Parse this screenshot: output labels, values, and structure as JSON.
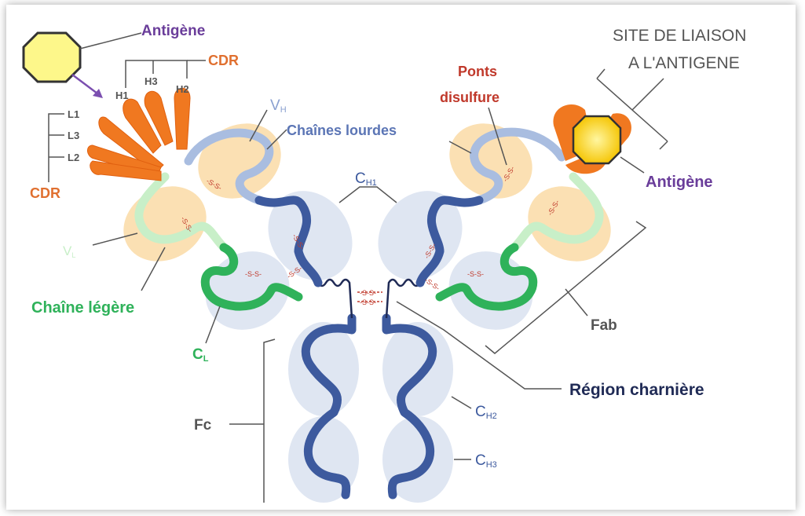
{
  "labels": {
    "antigen_top_left": "Antigène",
    "cdr_top": "CDR",
    "h1": "H1",
    "h3": "H3",
    "h2": "H2",
    "l1": "L1",
    "l3": "L3",
    "l2": "L2",
    "cdr_left": "CDR",
    "vh_main": "V",
    "vh_sub": "H",
    "heavy_chains": "Chaînes lourdes",
    "ch1_main": "C",
    "ch1_sub": "H1",
    "vl_main": "V",
    "vl_sub": "L",
    "light_chain": "Chaîne légère",
    "cl_main": "C",
    "cl_sub": "L",
    "disulfide_line1": "Ponts",
    "disulfide_line2": "disulfure",
    "binding_site_line1": "SITE DE LIAISON",
    "binding_site_line2": "A L'ANTIGENE",
    "antigen_right": "Antigène",
    "fab": "Fab",
    "hinge": "Région charnière",
    "fc": "Fc",
    "ch2_main": "C",
    "ch2_sub": "H2",
    "ch3_main": "C",
    "ch3_sub": "H3",
    "ss": "-S-S-"
  },
  "colors": {
    "heavy_constant": "#3d5a9e",
    "heavy_variable": "#a9bde0",
    "light_constant": "#2fb25a",
    "light_variable": "#c8efc8",
    "cdr": "#f07820",
    "domain_halo_blue": "#dfe6f2",
    "domain_halo_orange": "#fbe0b3",
    "disulfide": "#c0392b",
    "antigen": "#f6e07a",
    "purple_label": "#6a3d9a",
    "orange_label": "#e07030",
    "red_label": "#c0392b",
    "dark_navy_label": "#1f2a55",
    "gray_label": "#555555"
  }
}
